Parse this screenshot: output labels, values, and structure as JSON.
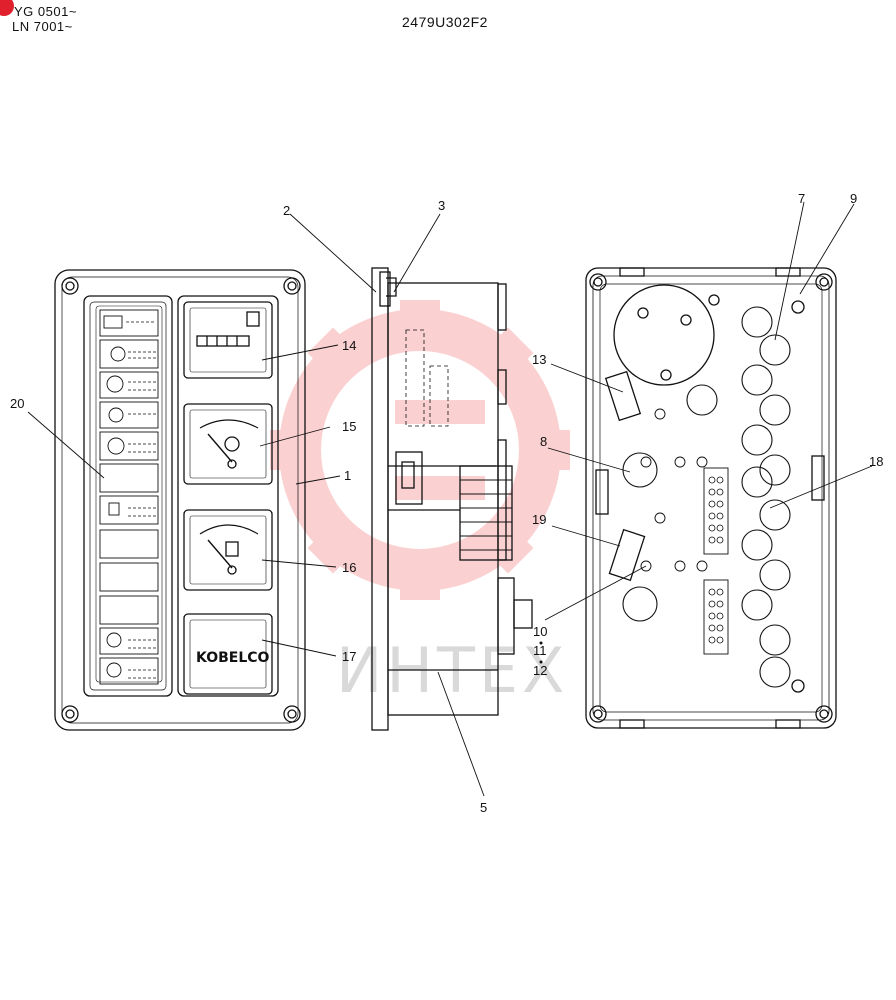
{
  "header": {
    "serial_a": "YG 0501~",
    "serial_b": "LN 7001~",
    "drawing_id": "2479U302F2"
  },
  "watermark": {
    "text": "ИНТЕХ",
    "color": "#f05a5a"
  },
  "panel": {
    "brand": "KOBELCO"
  },
  "callouts": {
    "c1": "1",
    "c2": "2",
    "c3": "3",
    "c5": "5",
    "c7": "7",
    "c8": "8",
    "c9": "9",
    "c10": "10",
    "c11": "11",
    "c12": "12",
    "c13": "13",
    "c14": "14",
    "c15": "15",
    "c16": "16",
    "c17": "17",
    "c18": "18",
    "c19": "19",
    "c20": "20"
  }
}
